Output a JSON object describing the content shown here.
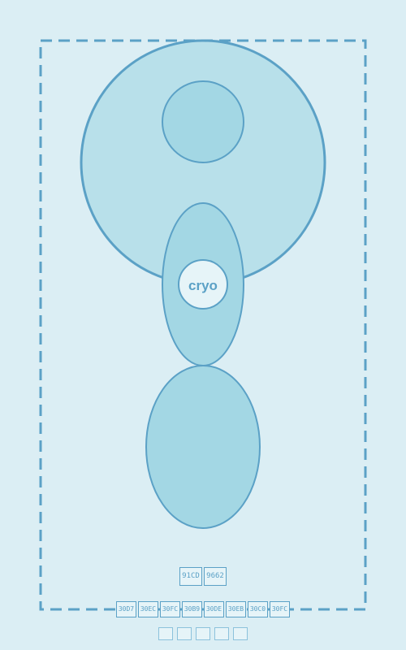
{
  "figure": {
    "center_label": "cryo"
  },
  "caption": {
    "title_glyphs": [
      "91CD",
      "9662"
    ],
    "subtitle_glyphs": [
      "30D7",
      "30EC",
      "30FC",
      "30B9",
      "30DE",
      "30EB",
      "30C0",
      "30FC"
    ],
    "footer_glyph_count": 5
  },
  "colors": {
    "background": "#dbeef4",
    "stroke": "#5ba1c6",
    "fill_light": "#b8e0ea",
    "fill_mid": "#a3d7e4",
    "label_fill": "#e6f4f8"
  }
}
